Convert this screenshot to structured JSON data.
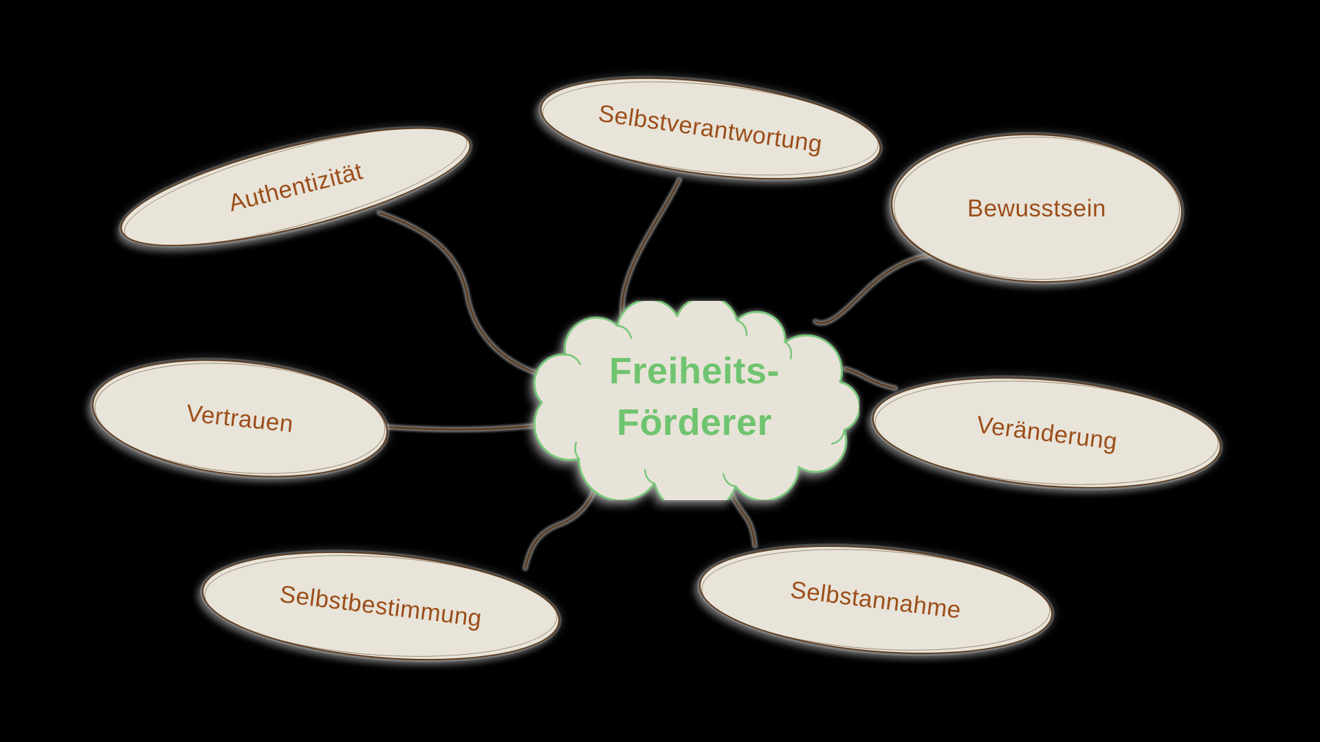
{
  "diagram": {
    "type": "mindmap",
    "center": {
      "id": "freiheits-foerderer",
      "line1": "Freiheits-",
      "line2": "Förderer",
      "shape": "cloud",
      "fill": "#e7e3d8",
      "stroke": "#76c578",
      "text_color": "#6fc46f"
    },
    "nodes": [
      {
        "id": "authentizitaet",
        "label": "Authentizität"
      },
      {
        "id": "selbstverantwortung",
        "label": "Selbstverantwortung"
      },
      {
        "id": "bewusstsein",
        "label": "Bewusstsein"
      },
      {
        "id": "vertrauen",
        "label": "Vertrauen"
      },
      {
        "id": "veraenderung",
        "label": "Veränderung"
      },
      {
        "id": "selbstbestimmung",
        "label": "Selbstbestimmung"
      },
      {
        "id": "selbstannahme",
        "label": "Selbstannahme"
      }
    ],
    "colors": {
      "background": "#000000",
      "node_fill": "#e8e4d9",
      "node_border": "#5e3c1e",
      "node_text": "#9c4e1a",
      "connector": "#5b3c1e",
      "connector_halo": "#dcdcdc"
    }
  }
}
